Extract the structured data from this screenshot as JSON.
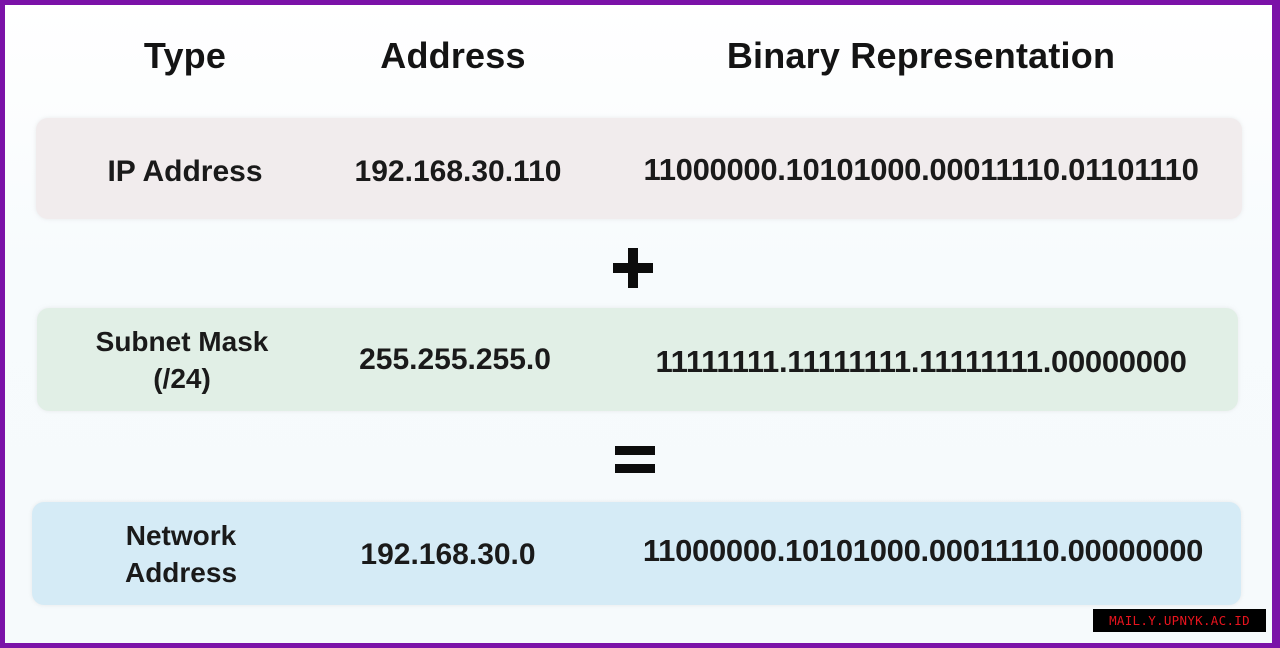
{
  "colors": {
    "frame": "#7b12a8",
    "row_ip_bg": "#f1eced",
    "row_mask_bg": "#e1efe6",
    "row_network_bg": "#d5ebf6",
    "watermark_bg": "#000000",
    "watermark_text": "#e8141e"
  },
  "header": {
    "type": "Type",
    "address": "Address",
    "binary": "Binary Representation"
  },
  "rows": [
    {
      "type": "IP Address",
      "address": "192.168.30.110",
      "binary": "11000000.10101000.00011110.01101110"
    },
    {
      "type_line1": "Subnet Mask",
      "type_line2": "(/24)",
      "address": "255.255.255.0",
      "binary": "11111111.11111111.11111111.00000000"
    },
    {
      "type_line1": "Network",
      "type_line2": "Address",
      "address": "192.168.30.0",
      "binary": "11000000.10101000.00011110.00000000"
    }
  ],
  "operators": {
    "between_1_2": "plus-icon",
    "between_2_3": "equals-icon"
  },
  "watermark": "MAIL.Y.UPNYK.AC.ID"
}
